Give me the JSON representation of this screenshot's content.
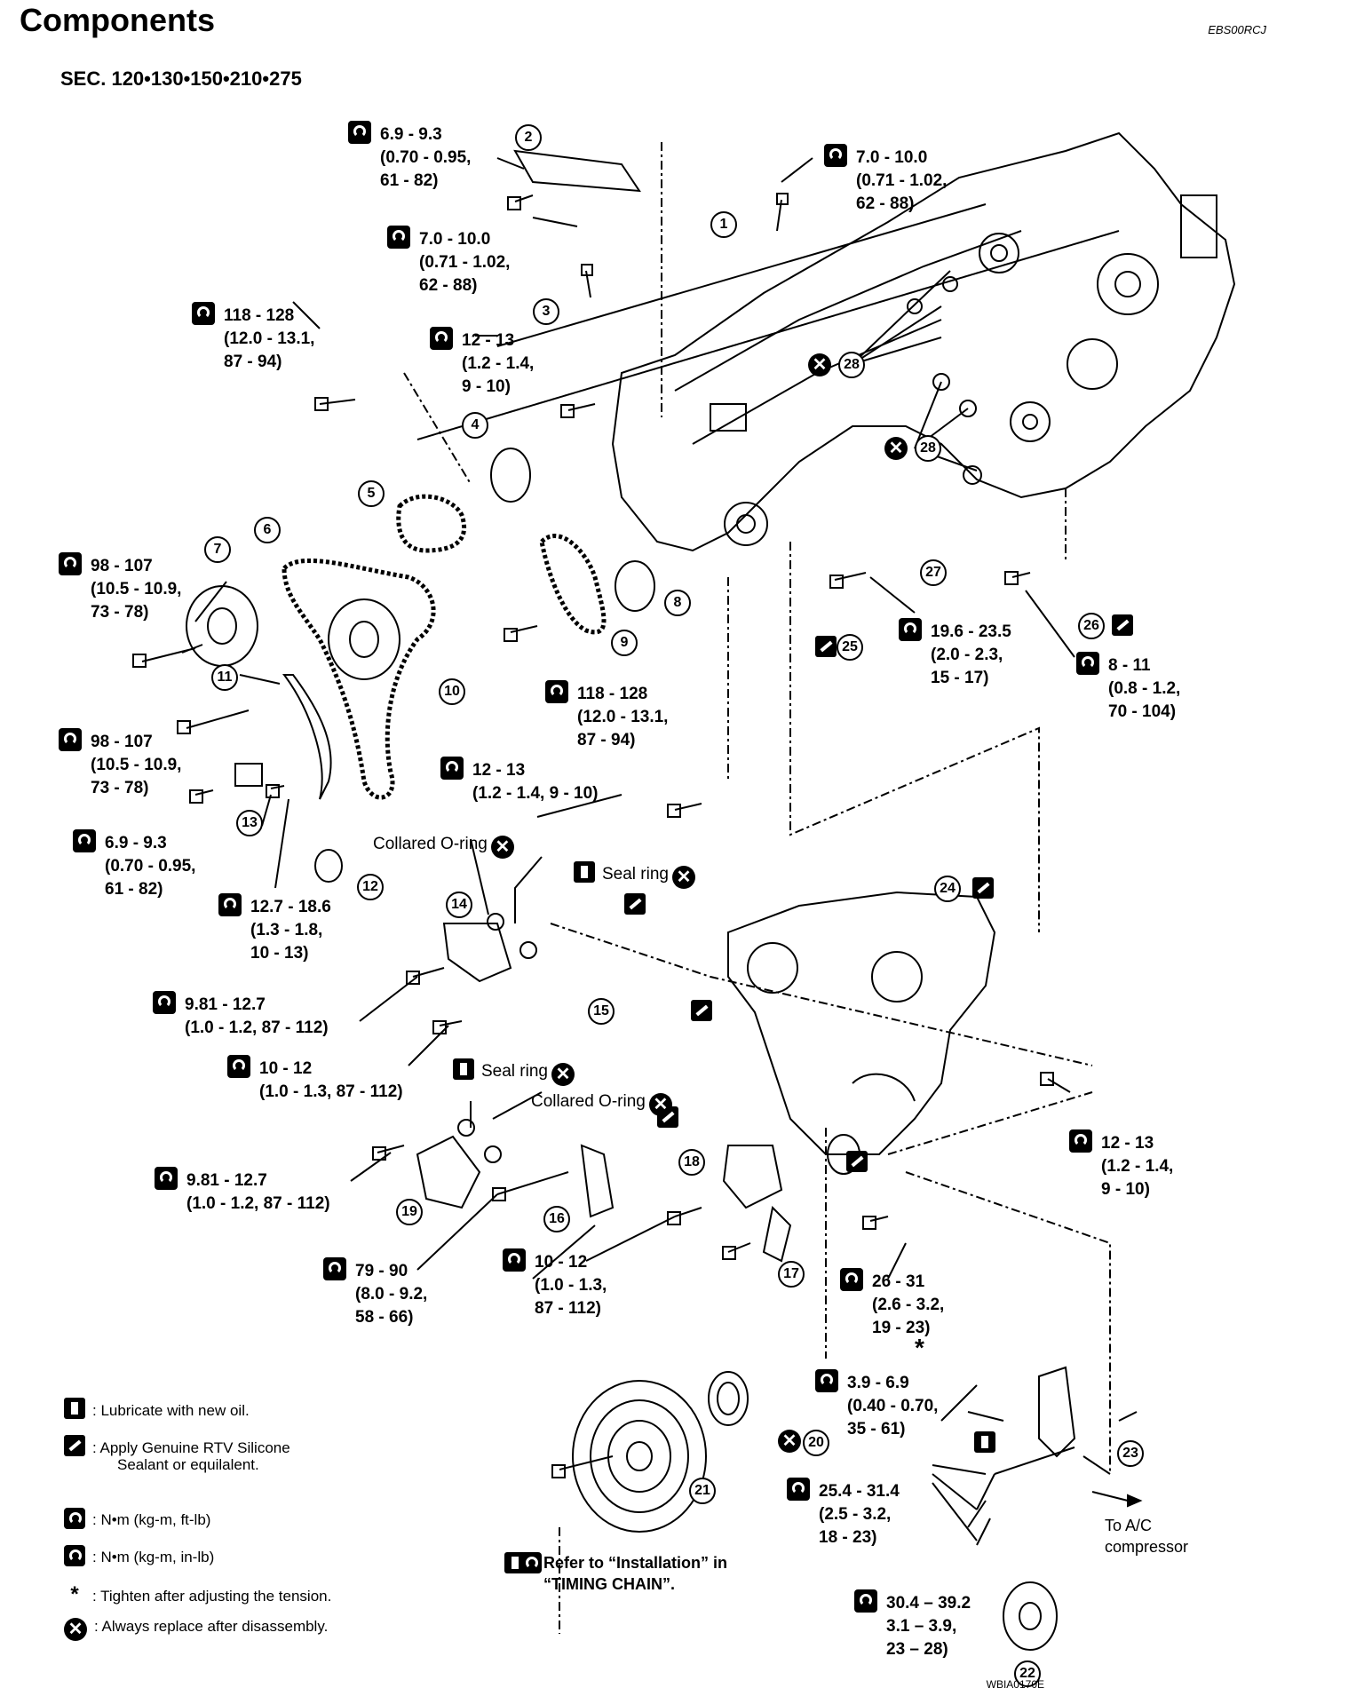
{
  "header": {
    "title": "Components",
    "code": "EBS00RCJ",
    "section": "SEC. 120•130•150•210•275"
  },
  "torque_specs": [
    {
      "id": "t1",
      "lines": [
        "6.9 - 9.3",
        "(0.70 - 0.95,",
        "61 - 82)"
      ],
      "unit_icon": "torque-in-lb-icon"
    },
    {
      "id": "t2",
      "lines": [
        "7.0 - 10.0",
        "(0.71 - 1.02,",
        "62 - 88)"
      ],
      "unit_icon": "torque-in-lb-icon"
    },
    {
      "id": "t3",
      "lines": [
        "7.0 - 10.0",
        "(0.71 - 1.02,",
        "62 - 88)"
      ],
      "unit_icon": "torque-in-lb-icon"
    },
    {
      "id": "t4",
      "lines": [
        "118 - 128",
        "(12.0 - 13.1,",
        "87 - 94)"
      ],
      "unit_icon": "torque-ft-lb-icon"
    },
    {
      "id": "t5",
      "lines": [
        "12 - 13",
        "(1.2 - 1.4,",
        "9 - 10)"
      ],
      "unit_icon": "torque-ft-lb-icon"
    },
    {
      "id": "t6",
      "lines": [
        "98 - 107",
        "(10.5 - 10.9,",
        "73 - 78)"
      ],
      "unit_icon": "torque-ft-lb-icon"
    },
    {
      "id": "t7",
      "lines": [
        "118 - 128",
        "(12.0 - 13.1,",
        "87 - 94)"
      ],
      "unit_icon": "torque-ft-lb-icon"
    },
    {
      "id": "t8",
      "lines": [
        "19.6 - 23.5",
        "(2.0 - 2.3,",
        "15 - 17)"
      ],
      "unit_icon": "torque-ft-lb-icon"
    },
    {
      "id": "t9",
      "lines": [
        "8 - 11",
        "(0.8 - 1.2,",
        "70 - 104)"
      ],
      "unit_icon": "torque-in-lb-icon"
    },
    {
      "id": "t10",
      "lines": [
        "98 - 107",
        "(10.5 - 10.9,",
        "73 - 78)"
      ],
      "unit_icon": "torque-ft-lb-icon"
    },
    {
      "id": "t11",
      "lines": [
        "12 - 13",
        "(1.2 - 1.4, 9 - 10)"
      ],
      "unit_icon": "torque-ft-lb-icon"
    },
    {
      "id": "t12",
      "lines": [
        "6.9 - 9.3",
        "(0.70 - 0.95,",
        "61 - 82)"
      ],
      "unit_icon": "torque-in-lb-icon"
    },
    {
      "id": "t13",
      "lines": [
        "12.7 - 18.6",
        "(1.3 - 1.8,",
        "10 - 13)"
      ],
      "unit_icon": "torque-ft-lb-icon"
    },
    {
      "id": "t14",
      "lines": [
        "9.81 - 12.7",
        "(1.0 - 1.2, 87 - 112)"
      ],
      "unit_icon": "torque-in-lb-icon"
    },
    {
      "id": "t15",
      "lines": [
        "10 - 12",
        "(1.0 - 1.3, 87 - 112)"
      ],
      "unit_icon": "torque-in-lb-icon"
    },
    {
      "id": "t16",
      "lines": [
        "12 - 13",
        "(1.2 - 1.4,",
        "9 - 10)"
      ],
      "unit_icon": "torque-ft-lb-icon"
    },
    {
      "id": "t17",
      "lines": [
        "9.81 - 12.7",
        "(1.0 - 1.2, 87 - 112)"
      ],
      "unit_icon": "torque-in-lb-icon"
    },
    {
      "id": "t18",
      "lines": [
        "79 - 90",
        "(8.0 - 9.2,",
        "58 - 66)"
      ],
      "unit_icon": "torque-ft-lb-icon"
    },
    {
      "id": "t19",
      "lines": [
        "10 - 12",
        "(1.0 - 1.3,",
        "87 - 112)"
      ],
      "unit_icon": "torque-in-lb-icon"
    },
    {
      "id": "t20",
      "lines": [
        "26 - 31",
        "(2.6 - 3.2,",
        "19 - 23)"
      ],
      "unit_icon": "torque-ft-lb-icon"
    },
    {
      "id": "t21",
      "lines": [
        "3.9 - 6.9",
        "(0.40 - 0.70,",
        "35 - 61)"
      ],
      "unit_icon": "torque-in-lb-icon"
    },
    {
      "id": "t22",
      "lines": [
        "25.4 - 31.4",
        "(2.5 - 3.2,",
        "18 - 23)"
      ],
      "unit_icon": "torque-ft-lb-icon"
    },
    {
      "id": "t23",
      "lines": [
        "30.4 – 39.2",
        "3.1 – 3.9,",
        "23 – 28)"
      ],
      "unit_icon": "torque-ft-lb-icon"
    }
  ],
  "part_numbers": [
    "1",
    "2",
    "3",
    "4",
    "5",
    "6",
    "7",
    "8",
    "9",
    "10",
    "11",
    "12",
    "13",
    "14",
    "15",
    "16",
    "17",
    "18",
    "19",
    "20",
    "21",
    "22",
    "23",
    "24",
    "25",
    "26",
    "27",
    "28",
    "28"
  ],
  "labels": {
    "collared_oring": "Collared O-ring",
    "seal_ring": "Seal ring",
    "to_ac": [
      "To A/C",
      "compressor"
    ],
    "replace_symbol": "✕",
    "star": "*"
  },
  "legend": [
    {
      "icon": "oil-can-icon",
      "text": ":  Lubricate with new oil."
    },
    {
      "icon": "sealant-icon",
      "text": ":  Apply Genuine RTV Silicone"
    },
    {
      "icon": "",
      "text": "Sealant or equilalent."
    },
    {
      "icon": "torque-ft-lb-icon",
      "text": ":  N•m  (kg-m,  ft-lb)"
    },
    {
      "icon": "torque-in-lb-icon",
      "text": ":  N•m  (kg-m,  in-lb)"
    },
    {
      "icon": "star-icon",
      "text": ":  Tighten after adjusting the tension."
    },
    {
      "icon": "replace-icon",
      "text": ":  Always replace after disassembly."
    }
  ],
  "reference": [
    "Refer to “Installation” in",
    "“TIMING CHAIN”."
  ],
  "footer_code": "WBIA0170E"
}
